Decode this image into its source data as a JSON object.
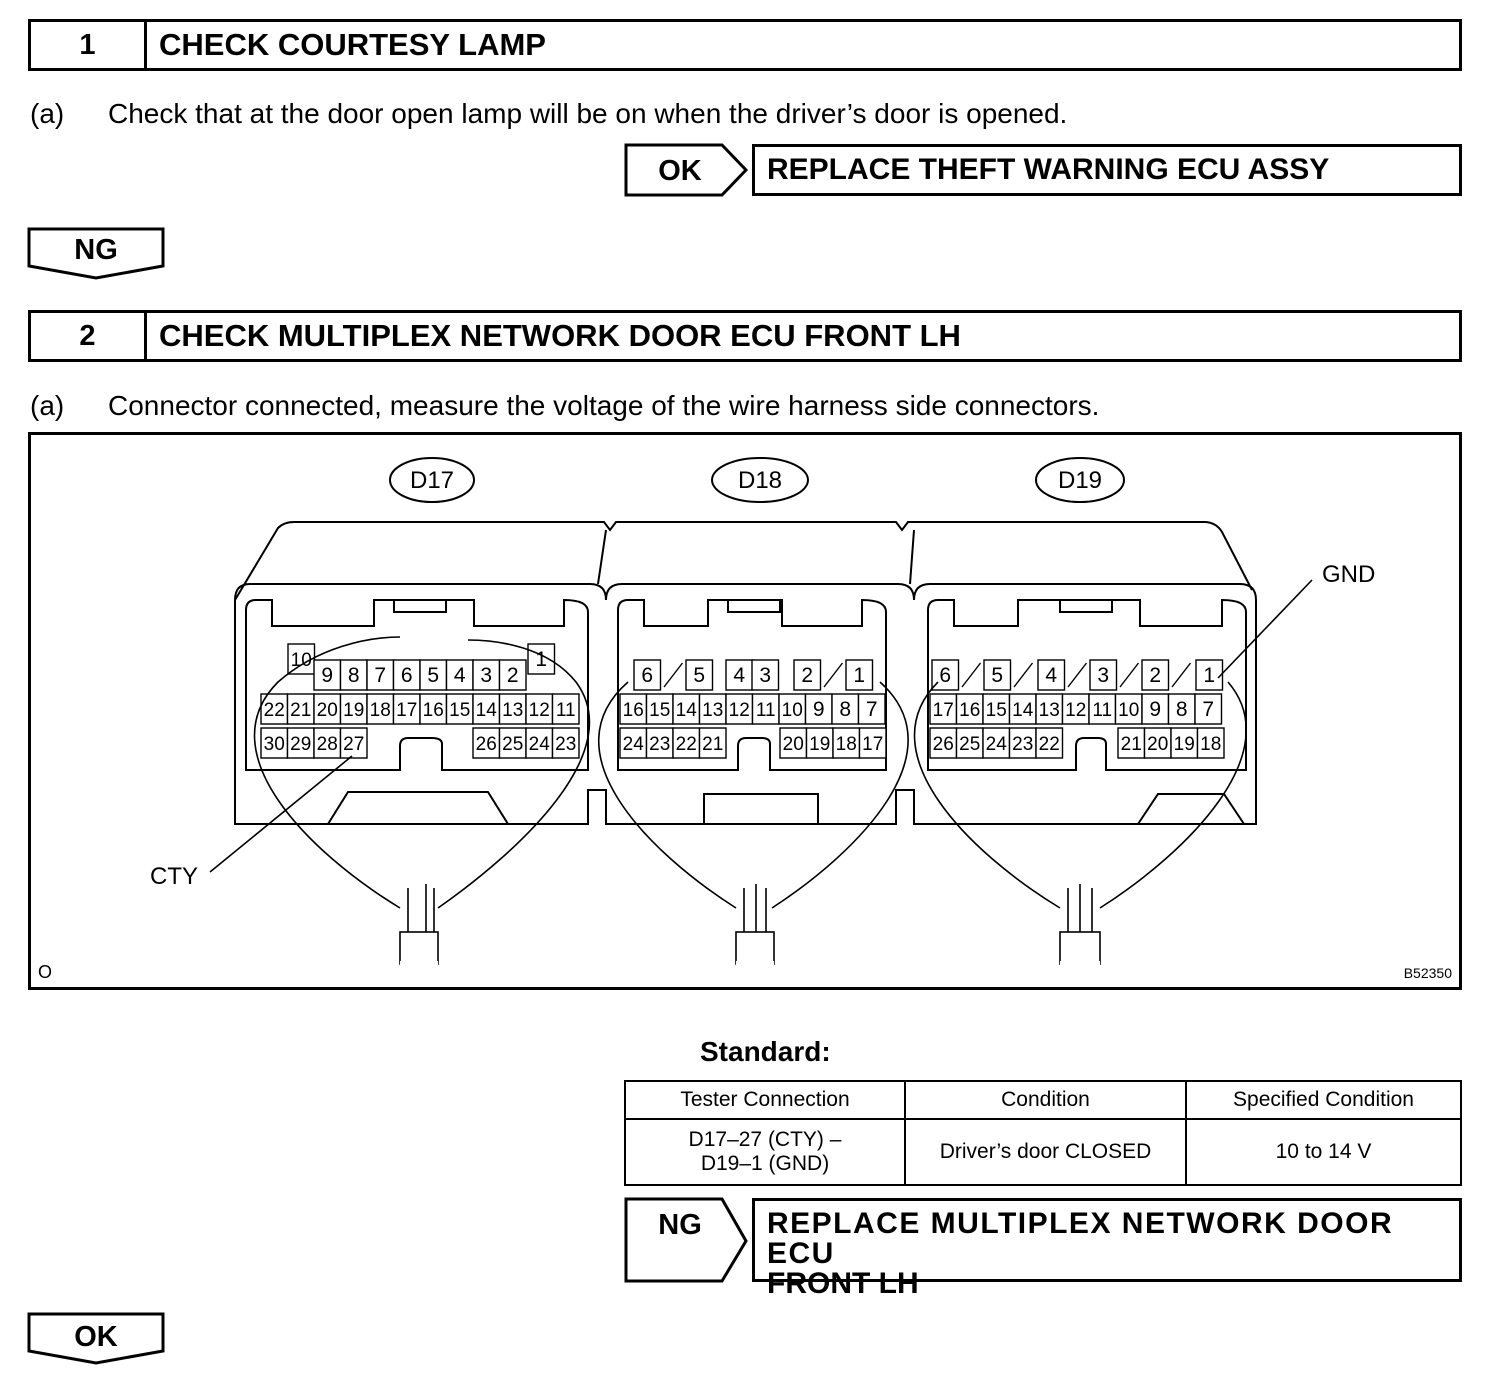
{
  "step1": {
    "number": "1",
    "title": "CHECK COURTESY LAMP",
    "sub_label": "(a)",
    "sub_text": "Check that at the door open lamp will be on when the driver’s door is opened.",
    "result_label": "OK",
    "result_text": "REPLACE THEFT WARNING ECU ASSY",
    "flow_label": "NG"
  },
  "step2": {
    "number": "2",
    "title": "CHECK MULTIPLEX NETWORK DOOR ECU FRONT LH",
    "sub_label": "(a)",
    "sub_text": "Connector connected, measure the voltage of the wire harness side connectors.",
    "result_label": "NG",
    "result_text_line1": "REPLACE MULTIPLEX NETWORK DOOR ECU",
    "result_text_line2": "FRONT LH",
    "flow_label": "OK"
  },
  "diagram": {
    "connectors": [
      "D17",
      "D18",
      "D19"
    ],
    "label_gnd": "GND",
    "label_cty": "CTY",
    "corner_left": "O",
    "figure_id": "B52350",
    "d17": {
      "row1": [
        "10",
        "9",
        "8",
        "7",
        "6",
        "5",
        "4",
        "3",
        "2",
        "1"
      ],
      "row2": [
        "22",
        "21",
        "20",
        "19",
        "18",
        "17",
        "16",
        "15",
        "14",
        "13",
        "12",
        "11"
      ],
      "row3": [
        "30",
        "29",
        "28",
        "27",
        "26",
        "25",
        "24",
        "23"
      ]
    },
    "d18": {
      "row1": [
        "6",
        "5",
        "4",
        "3",
        "2",
        "1"
      ],
      "row2": [
        "16",
        "15",
        "14",
        "13",
        "12",
        "11",
        "10",
        "9",
        "8",
        "7"
      ],
      "row3": [
        "24",
        "23",
        "22",
        "21",
        "20",
        "19",
        "18",
        "17"
      ]
    },
    "d19": {
      "row1": [
        "6",
        "5",
        "4",
        "3",
        "2",
        "1"
      ],
      "row2": [
        "17",
        "16",
        "15",
        "14",
        "13",
        "12",
        "11",
        "10",
        "9",
        "8",
        "7"
      ],
      "row3": [
        "26",
        "25",
        "24",
        "23",
        "22",
        "21",
        "20",
        "19",
        "18"
      ]
    }
  },
  "standard": {
    "heading": "Standard:",
    "columns": [
      "Tester Connection",
      "Condition",
      "Specified Condition"
    ],
    "row": {
      "connection_line1": "D17–27 (CTY) –",
      "connection_line2": "D19–1 (GND)",
      "condition": "Driver’s door CLOSED",
      "specified": "10 to 14 V"
    }
  }
}
